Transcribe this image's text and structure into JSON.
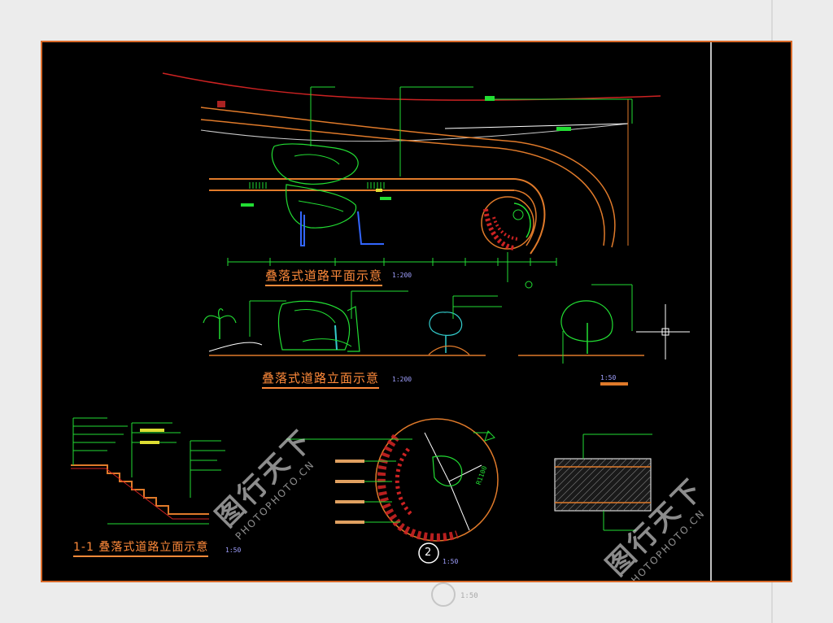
{
  "drawing": {
    "plan_title": "叠落式道路平面示意",
    "plan_scale": "1:200",
    "elevation_title": "叠落式道路立面示意",
    "elevation_scale": "1:200",
    "section_title": "1-1  叠落式道路立面示意",
    "section_scale": "1:50",
    "detail_number": "2",
    "detail_scale": "1:50",
    "detail_dim": "R1100",
    "elev_small_scale": "1:50"
  },
  "watermarks": [
    {
      "main": "图行天下",
      "sub": "PHOTOPHOTO.CN"
    },
    {
      "main": "图行天下",
      "sub": "PHOTOPHOTO.CN"
    }
  ],
  "colors": {
    "background": "#000000",
    "frame": "#d86a2a",
    "green": "#22dd33",
    "red": "#cc2222",
    "orange": "#e07a2a",
    "cyan": "#33cccc",
    "blue": "#3366ff",
    "white": "#ffffff"
  }
}
